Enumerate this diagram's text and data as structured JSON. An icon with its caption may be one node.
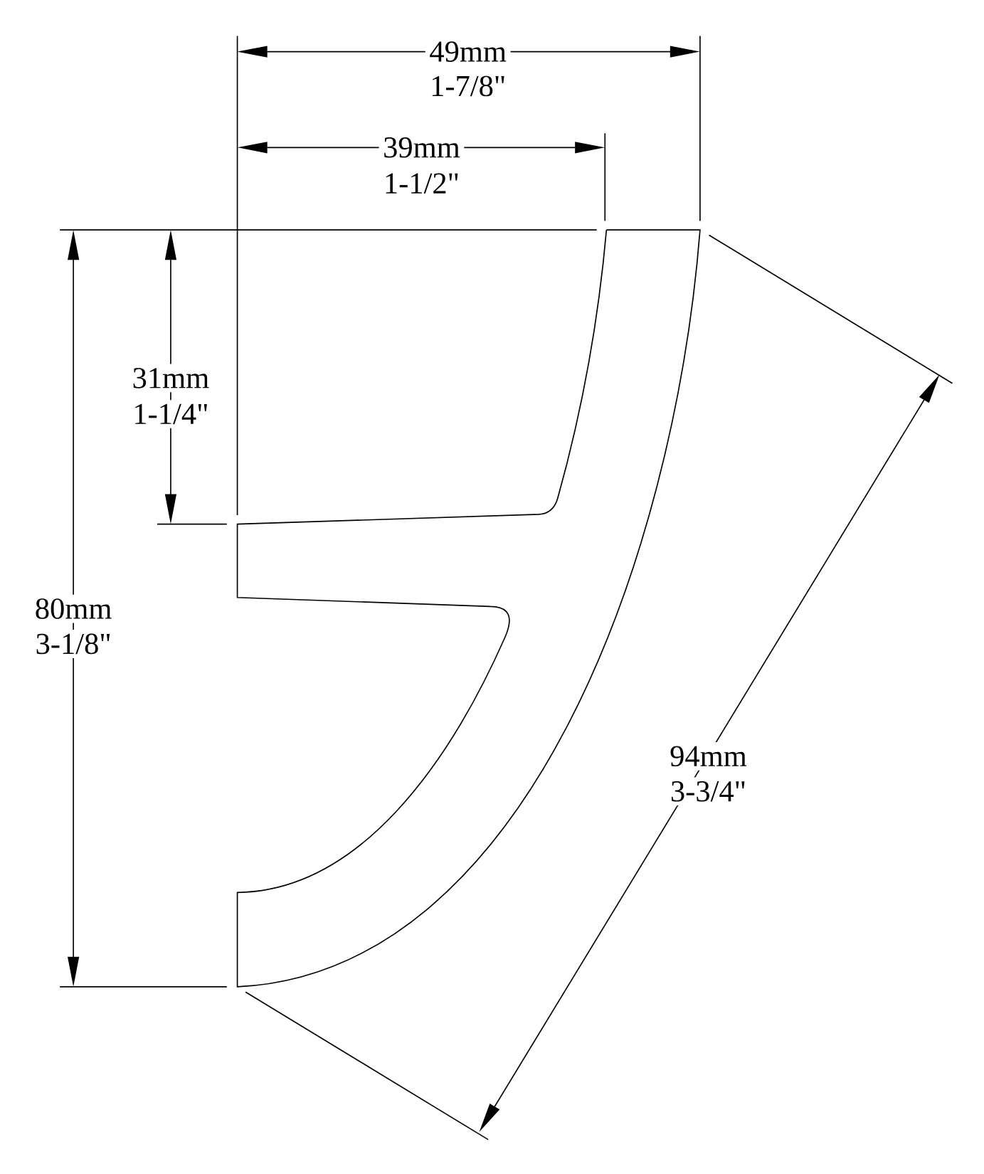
{
  "diagram": {
    "labels": [
      "49mm",
      "1-7/8\"",
      "39mm",
      "1-1/2\"",
      "31mm",
      "1-1/4\"",
      "80mm",
      "3-1/8\"",
      "94mm",
      "3-3/4\""
    ]
  }
}
